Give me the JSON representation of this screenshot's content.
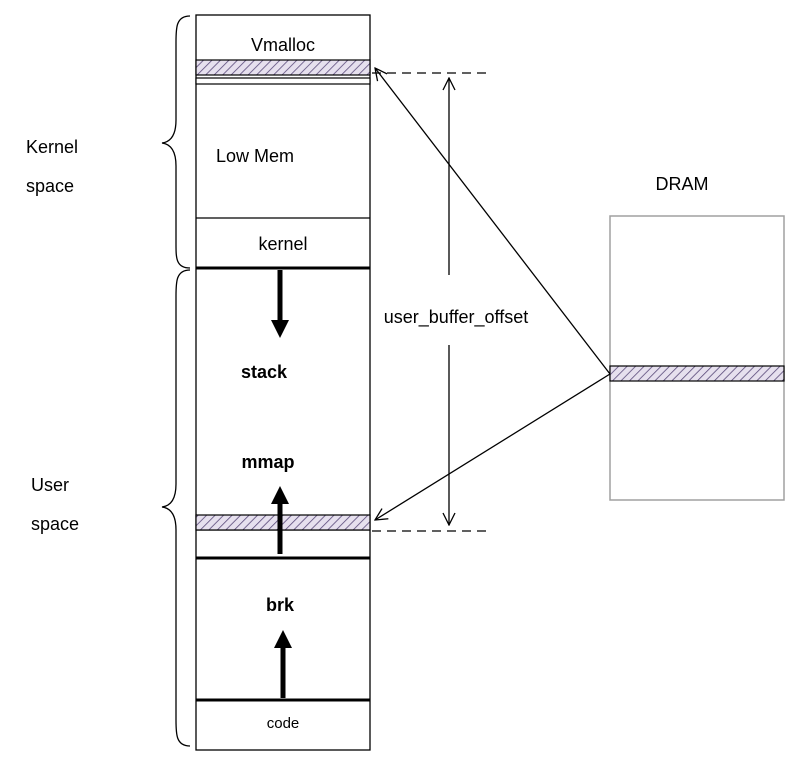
{
  "regions": {
    "kernel_space": [
      "Kernel",
      "space"
    ],
    "user_space": [
      "User",
      "space"
    ]
  },
  "segments": {
    "vmalloc": "Vmalloc",
    "low_mem": "Low Mem",
    "kernel": "kernel",
    "stack": "stack",
    "mmap": "mmap",
    "brk": "brk",
    "code": "code"
  },
  "offset_label": "user_buffer_offset",
  "dram_label": "DRAM",
  "colors": {
    "stroke": "#000000",
    "dram_border": "#a0a0a0",
    "hatch_fill": "#e6e0ee",
    "hatch_line": "#5a4a7a"
  }
}
